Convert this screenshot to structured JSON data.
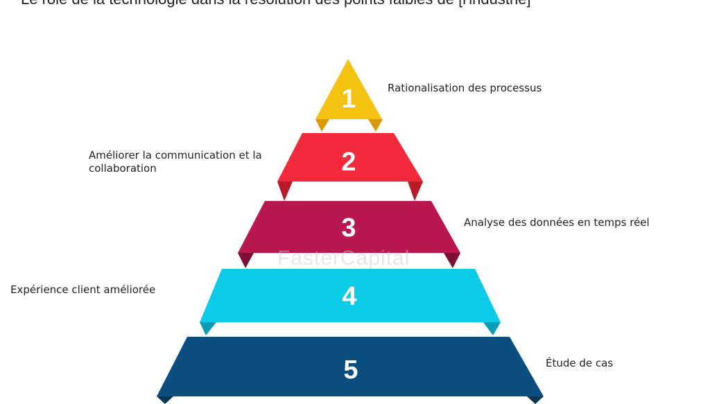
{
  "title": "Le rôle de la technologie dans la résolution des points faibles de [l'industrie]",
  "watermark": "FasterCapital",
  "tiers": [
    {
      "number": "1",
      "label": "Rationalisation des processus",
      "color": "#f5c211",
      "flap": "#d99a0a"
    },
    {
      "number": "2",
      "label": "Améliorer la communication et la collaboration",
      "color": "#f2293a",
      "flap": "#b81a28"
    },
    {
      "number": "3",
      "label": "Analyse des données en temps réel",
      "color": "#b8174f",
      "flap": "#7d0f35"
    },
    {
      "number": "4",
      "label": "Expérience client améliorée",
      "color": "#0ccbe6",
      "flap": "#0a9db3"
    },
    {
      "number": "5",
      "label": "Étude de cas",
      "color": "#0b4f80",
      "flap": "#073656"
    }
  ]
}
